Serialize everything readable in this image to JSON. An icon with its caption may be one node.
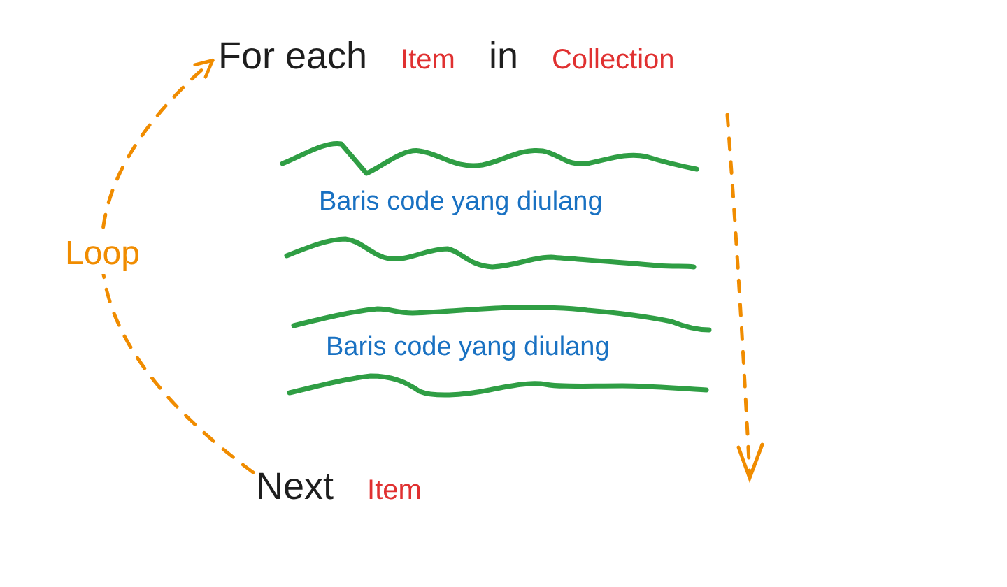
{
  "diagram": {
    "nodes": [
      {
        "text": [
          "For each",
          "Item",
          "in",
          "Collection"
        ]
      },
      {
        "text": [
          "Next",
          "Item"
        ]
      }
    ],
    "edges": [
      {
        "from": 1,
        "to": 0,
        "arrow": "to",
        "label": "Loop",
        "style": "dashed",
        "color": "#f08c00"
      }
    ],
    "labels": [
      "Baris code yang diulang",
      "Baris code yang diulang"
    ]
  }
}
